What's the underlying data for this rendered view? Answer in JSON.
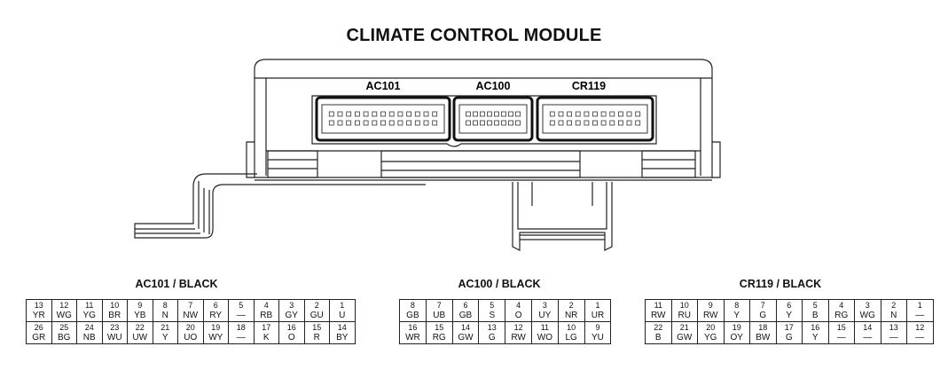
{
  "title": "CLIMATE CONTROL MODULE",
  "connectors": [
    {
      "label": "AC101",
      "table_title": "AC101 / BLACK",
      "rows": [
        [
          [
            "13",
            "YR"
          ],
          [
            "12",
            "WG"
          ],
          [
            "11",
            "YG"
          ],
          [
            "10",
            "BR"
          ],
          [
            "9",
            "YB"
          ],
          [
            "8",
            "N"
          ],
          [
            "7",
            "NW"
          ],
          [
            "6",
            "RY"
          ],
          [
            "5",
            "—"
          ],
          [
            "4",
            "RB"
          ],
          [
            "3",
            "GY"
          ],
          [
            "2",
            "GU"
          ],
          [
            "1",
            "U"
          ]
        ],
        [
          [
            "26",
            "GR"
          ],
          [
            "25",
            "BG"
          ],
          [
            "24",
            "NB"
          ],
          [
            "23",
            "WU"
          ],
          [
            "22",
            "UW"
          ],
          [
            "21",
            "Y"
          ],
          [
            "20",
            "UO"
          ],
          [
            "19",
            "WY"
          ],
          [
            "18",
            "—"
          ],
          [
            "17",
            "K"
          ],
          [
            "16",
            "O"
          ],
          [
            "15",
            "R"
          ],
          [
            "14",
            "BY"
          ]
        ]
      ]
    },
    {
      "label": "AC100",
      "table_title": "AC100 / BLACK",
      "rows": [
        [
          [
            "8",
            "GB"
          ],
          [
            "7",
            "UB"
          ],
          [
            "6",
            "GB"
          ],
          [
            "5",
            "S"
          ],
          [
            "4",
            "O"
          ],
          [
            "3",
            "UY"
          ],
          [
            "2",
            "NR"
          ],
          [
            "1",
            "UR"
          ]
        ],
        [
          [
            "16",
            "WR"
          ],
          [
            "15",
            "RG"
          ],
          [
            "14",
            "GW"
          ],
          [
            "13",
            "G"
          ],
          [
            "12",
            "RW"
          ],
          [
            "11",
            "WO"
          ],
          [
            "10",
            "LG"
          ],
          [
            "9",
            "YU"
          ]
        ]
      ]
    },
    {
      "label": "CR119",
      "table_title": "CR119 / BLACK",
      "rows": [
        [
          [
            "11",
            "RW"
          ],
          [
            "10",
            "RU"
          ],
          [
            "9",
            "RW"
          ],
          [
            "8",
            "Y"
          ],
          [
            "7",
            "G"
          ],
          [
            "6",
            "Y"
          ],
          [
            "5",
            "B"
          ],
          [
            "4",
            "RG"
          ],
          [
            "3",
            "WG"
          ],
          [
            "2",
            "N"
          ],
          [
            "1",
            "—"
          ]
        ],
        [
          [
            "22",
            "B"
          ],
          [
            "21",
            "GW"
          ],
          [
            "20",
            "YG"
          ],
          [
            "19",
            "OY"
          ],
          [
            "18",
            "BW"
          ],
          [
            "17",
            "G"
          ],
          [
            "16",
            "Y"
          ],
          [
            "15",
            "—"
          ],
          [
            "14",
            "—"
          ],
          [
            "13",
            "—"
          ],
          [
            "12",
            "—"
          ]
        ]
      ]
    }
  ]
}
